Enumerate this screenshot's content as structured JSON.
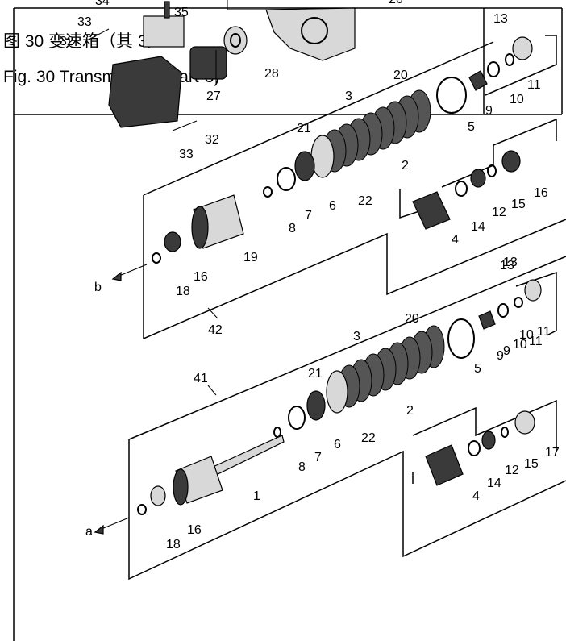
{
  "caption": {
    "cn": "图 30   变速箱（其 3）",
    "en": "Fig. 30  Transmission (part-3)"
  },
  "labels": {
    "top": [
      "33",
      "34",
      "35",
      "26",
      "28",
      "27",
      "32",
      "33",
      "13",
      "11",
      "10",
      "9",
      "32"
    ],
    "upper_assembly": {
      "assembly_no": "42",
      "arrow": "b",
      "parts": [
        "20",
        "3",
        "21",
        "5",
        "2",
        "22",
        "6",
        "7",
        "8",
        "19",
        "16",
        "18",
        "4",
        "14",
        "12",
        "15",
        "16",
        "13",
        "9",
        "10",
        "11"
      ]
    },
    "lower_assembly": {
      "assembly_no": "41",
      "arrow": "a",
      "parts": [
        "20",
        "3",
        "21",
        "5",
        "2",
        "22",
        "6",
        "7",
        "8",
        "1",
        "16",
        "18",
        "4",
        "14",
        "12",
        "15",
        "17",
        "13",
        "9",
        "10",
        "11"
      ]
    }
  }
}
